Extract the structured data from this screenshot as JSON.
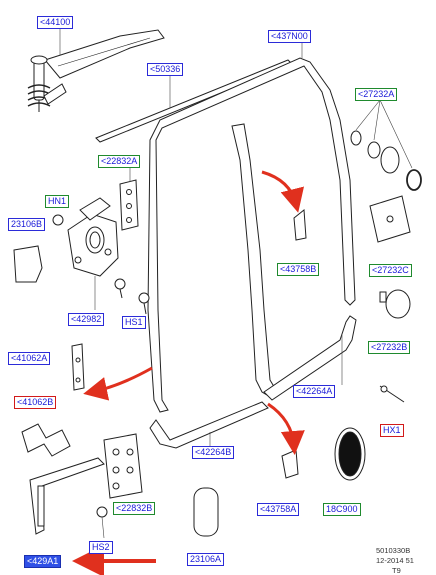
{
  "labels": {
    "l44100": "<44100",
    "l50336": "<50336",
    "l437n00": "<437N00",
    "l27232a": "<27232A",
    "l22832a": "<22832A",
    "hn1": "HN1",
    "l23106b": "23106B",
    "l43758b": "<43758B",
    "l27232c": "<27232C",
    "l42982": "<42982",
    "hs1": "HS1",
    "l27232b": "<27232B",
    "l41062a": "<41062A",
    "l42264a": "<42264A",
    "l41062b": "<41062B",
    "hx1": "HX1",
    "l42264b": "<42264B",
    "l43758a": "<43758A",
    "l18c900": "18C900",
    "l22832b": "<22832B",
    "hs2": "HS2",
    "l429a1": "<429A1",
    "l23106a": "23106A"
  },
  "footer": {
    "ref_number": "5010330B",
    "ref_date": "12-2014 51",
    "ref_code": "T9"
  },
  "colors": {
    "blue_border": "#2b2bd8",
    "green_border": "#1f8a2e",
    "red_border": "#d21a1a",
    "arrow_red": "#e0301e",
    "highlight": "#2f50e6"
  }
}
